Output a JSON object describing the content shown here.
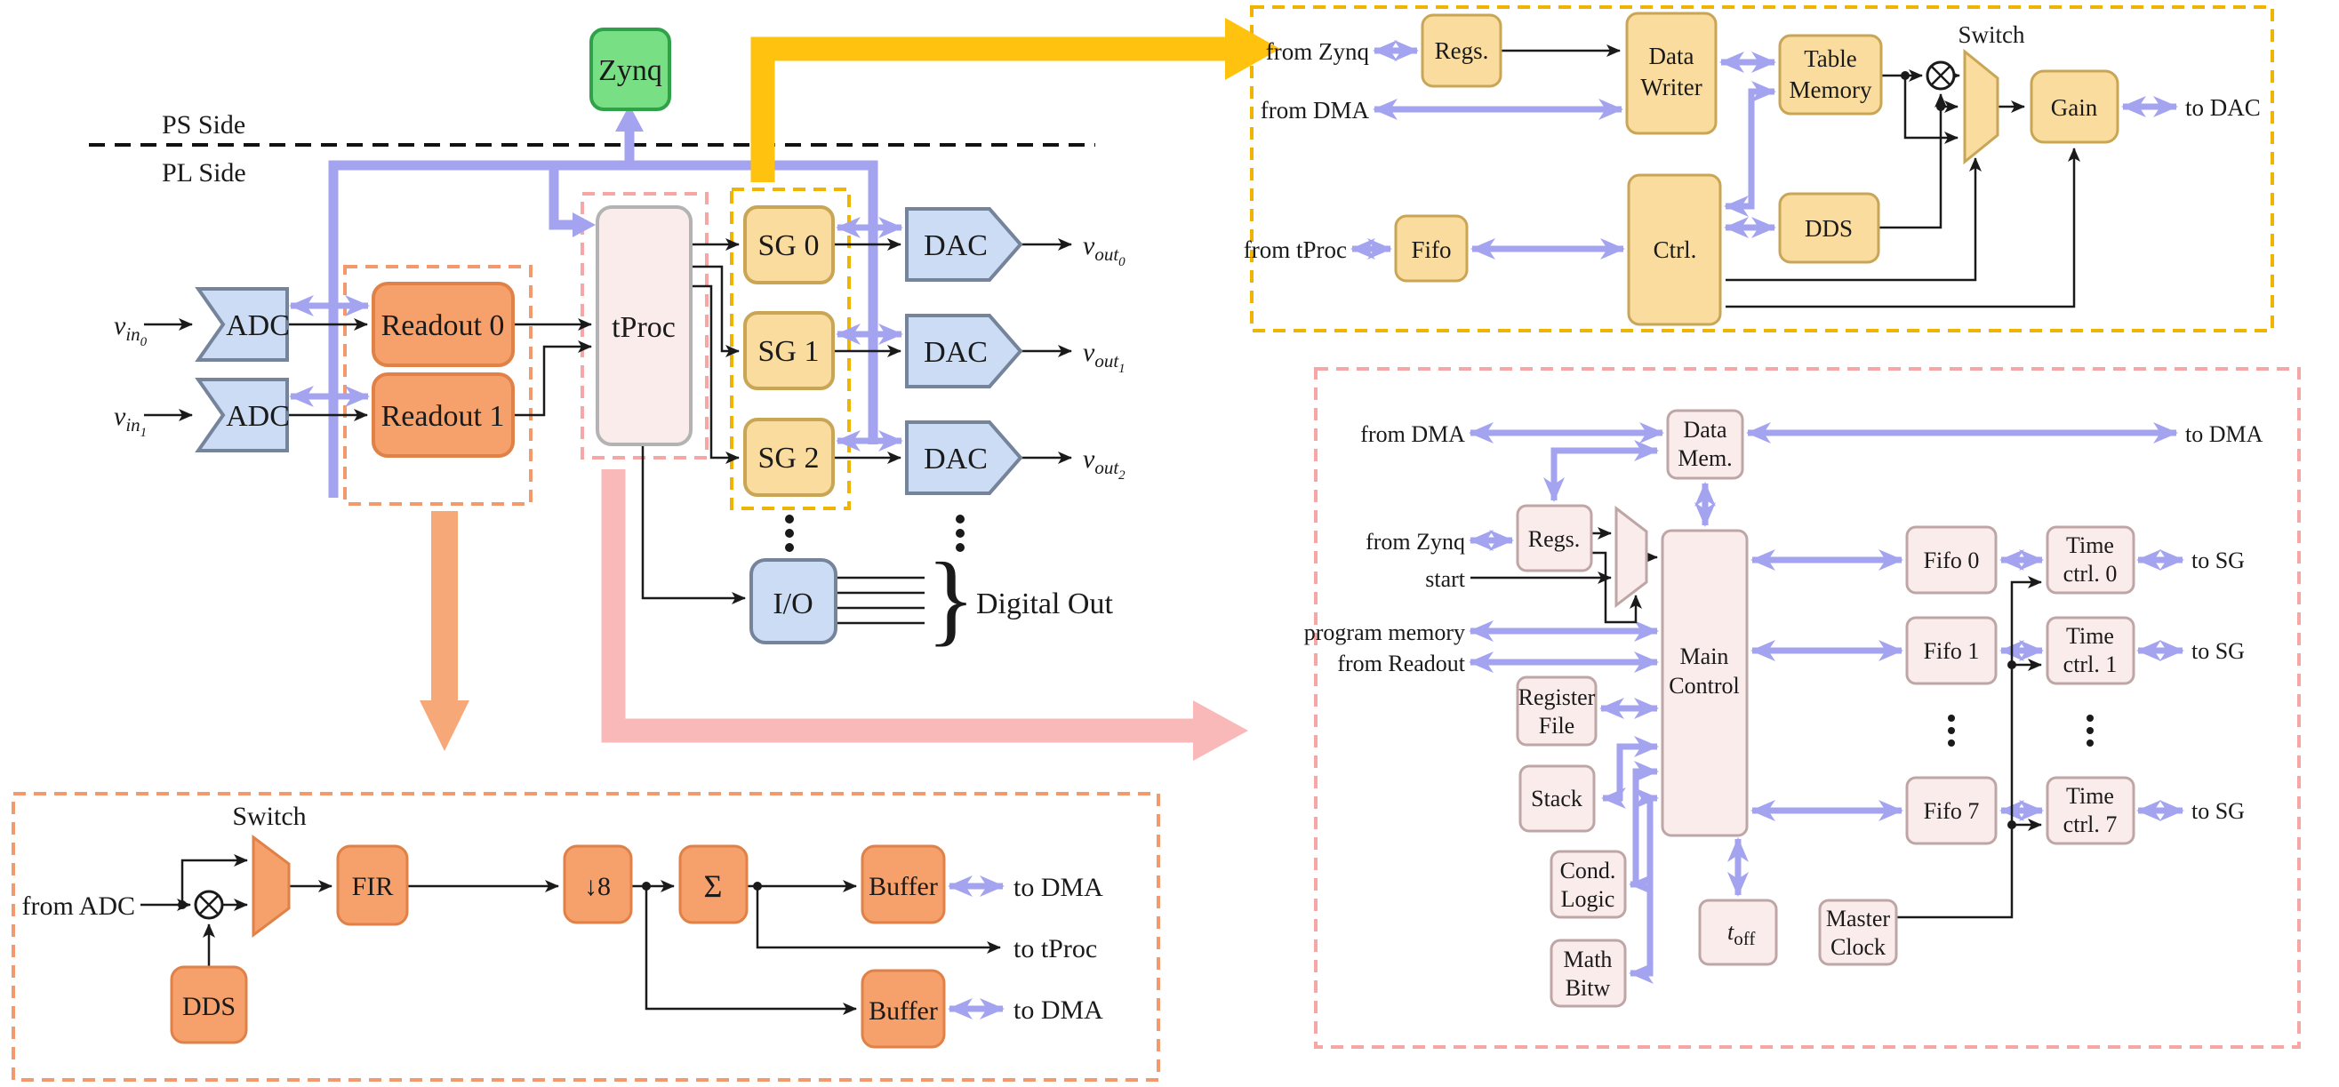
{
  "main": {
    "zynq": "Zynq",
    "ps_side": "PS Side",
    "pl_side": "PL Side",
    "adc_labels": [
      "ADC",
      "ADC"
    ],
    "vin": [
      {
        "base": "v",
        "sub": "in",
        "idx": "0"
      },
      {
        "base": "v",
        "sub": "in",
        "idx": "1"
      }
    ],
    "readout_labels": [
      "Readout 0",
      "Readout 1"
    ],
    "tproc": "tProc",
    "sg_labels": [
      "SG 0",
      "SG 1",
      "SG 2"
    ],
    "dac_labels": [
      "DAC",
      "DAC",
      "DAC"
    ],
    "vout": [
      {
        "base": "v",
        "sub": "out",
        "idx": "0"
      },
      {
        "base": "v",
        "sub": "out",
        "idx": "1"
      },
      {
        "base": "v",
        "sub": "out",
        "idx": "2"
      }
    ],
    "io": "I/O",
    "brace": "}",
    "digital_out": "Digital Out"
  },
  "sg_detail": {
    "from_zynq": "from Zynq",
    "from_dma": "from DMA",
    "from_tproc": "from tProc",
    "regs": "Regs.",
    "data_writer": [
      "Data",
      "Writer"
    ],
    "table_memory": [
      "Table",
      "Memory"
    ],
    "fifo": "Fifo",
    "ctrl": "Ctrl.",
    "dds": "DDS",
    "switch_label": "Switch",
    "gain": "Gain",
    "to_dac": "to DAC"
  },
  "readout_detail": {
    "from_adc": "from ADC",
    "switch_label": "Switch",
    "dds": "DDS",
    "fir": "FIR",
    "decimate": "↓8",
    "accumulate": "Σ",
    "buffer_labels": [
      "Buffer",
      "Buffer"
    ],
    "to_dma": [
      "to DMA",
      "to DMA"
    ],
    "to_tproc": "to tProc"
  },
  "tproc_detail": {
    "from_dma": "from DMA",
    "to_dma": "to DMA",
    "from_zynq": "from Zynq",
    "start": "start",
    "program_memory": "program memory",
    "from_readout": "from Readout",
    "data_mem": [
      "Data",
      "Mem."
    ],
    "regs": "Regs.",
    "main_control": [
      "Main",
      "Control"
    ],
    "register_file": [
      "Register",
      "File"
    ],
    "stack": "Stack",
    "cond_logic": [
      "Cond.",
      "Logic"
    ],
    "math_bitw": [
      "Math",
      "Bitw"
    ],
    "t_off": {
      "base": "t",
      "sub": "off"
    },
    "master_clock": [
      "Master",
      "Clock"
    ],
    "fifo_labels": [
      "Fifo 0",
      "Fifo 1",
      "Fifo 7"
    ],
    "time_ctrl_labels": [
      [
        "Time",
        "ctrl. 0"
      ],
      [
        "Time",
        "ctrl. 1"
      ],
      [
        "Time",
        "ctrl. 7"
      ]
    ],
    "to_sg": [
      "to SG",
      "to SG",
      "to SG"
    ]
  },
  "colors": {
    "bus_purple": "#a3a3ef",
    "box_blue": "#cbdcf4",
    "box_orange": "#f6a06b",
    "box_tan": "#f9dc9e",
    "box_pink": "#fbecec",
    "box_green": "#79df84",
    "arrow_yellow": "#ffc20e",
    "arrow_salmon": "#f6a878",
    "arrow_pink": "#f9b9b9",
    "dashed_orange": "#f2996e",
    "dashed_yellow": "#f0b400",
    "dashed_pink": "#f7a6a6"
  }
}
